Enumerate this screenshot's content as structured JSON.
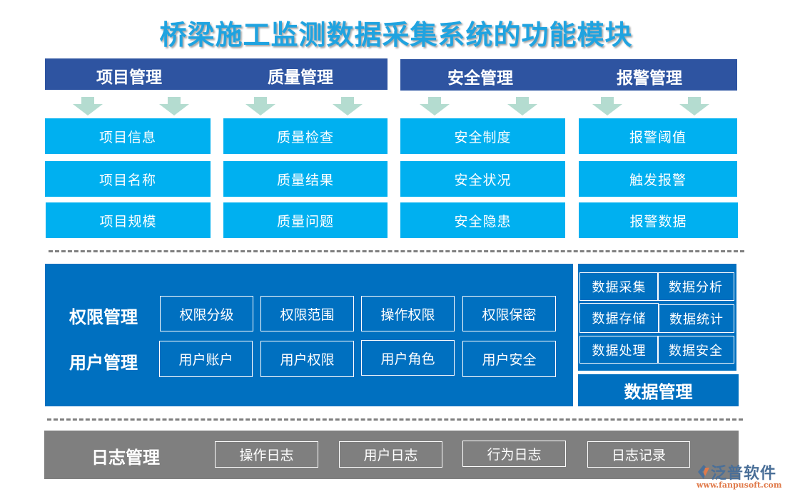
{
  "title": "桥梁施工监测数据采集系统的功能模块",
  "colors": {
    "title": "#1fa3e0",
    "header_bar": "#2e54a1",
    "arrow": "#b4dcd0",
    "cell": "#00b0f0",
    "panel_blue": "#0070c0",
    "panel_gray": "#7f7f7f",
    "dash": "#7f7f7f"
  },
  "top_headers": [
    "项目管理",
    "质量管理",
    "安全管理",
    "报警管理"
  ],
  "columns": [
    {
      "header": "项目管理",
      "items": [
        "项目信息",
        "项目名称",
        "项目规模"
      ]
    },
    {
      "header": "质量管理",
      "items": [
        "质量检查",
        "质量结果",
        "质量问题"
      ]
    },
    {
      "header": "安全管理",
      "items": [
        "安全制度",
        "安全状况",
        "安全隐患"
      ]
    },
    {
      "header": "报警管理",
      "items": [
        "报警阈值",
        "触发报警",
        "报警数据"
      ]
    }
  ],
  "permission": {
    "label": "权限管理",
    "items": [
      "权限分级",
      "权限范围",
      "操作权限",
      "权限保密"
    ]
  },
  "user": {
    "label": "用户管理",
    "items": [
      "用户账户",
      "用户权限",
      "用户角色",
      "用户安全"
    ]
  },
  "data_mgmt": {
    "label": "数据管理",
    "items": [
      "数据采集",
      "数据分析",
      "数据存储",
      "数据统计",
      "数据处理",
      "数据安全"
    ]
  },
  "log": {
    "label": "日志管理",
    "items": [
      "操作日志",
      "用户日志",
      "行为日志",
      "日志记录"
    ]
  },
  "logo": {
    "name": "泛普软件",
    "url": "www.fanpusoft.com"
  }
}
